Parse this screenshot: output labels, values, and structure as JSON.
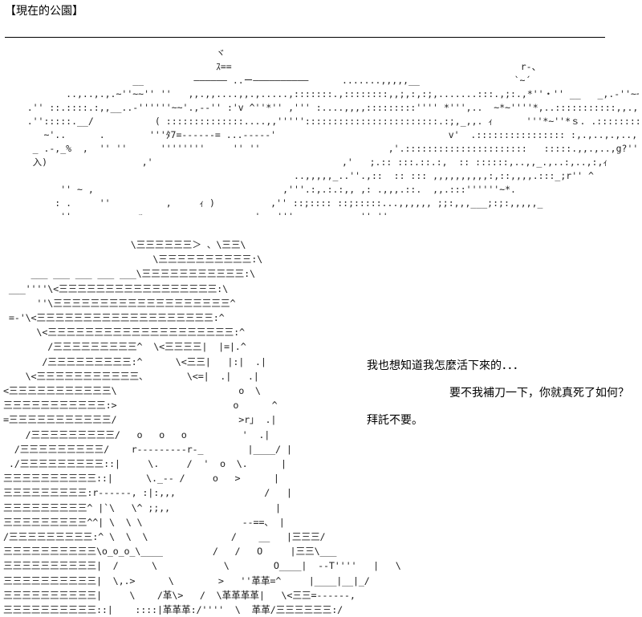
{
  "header": {
    "title": "【現在的公園】"
  },
  "dialogue": [
    "我也想知道我怎麼活下來的．．．",
    "要不我補刀一下，你就真死了如何？",
    "拜託不要。"
  ]
}
